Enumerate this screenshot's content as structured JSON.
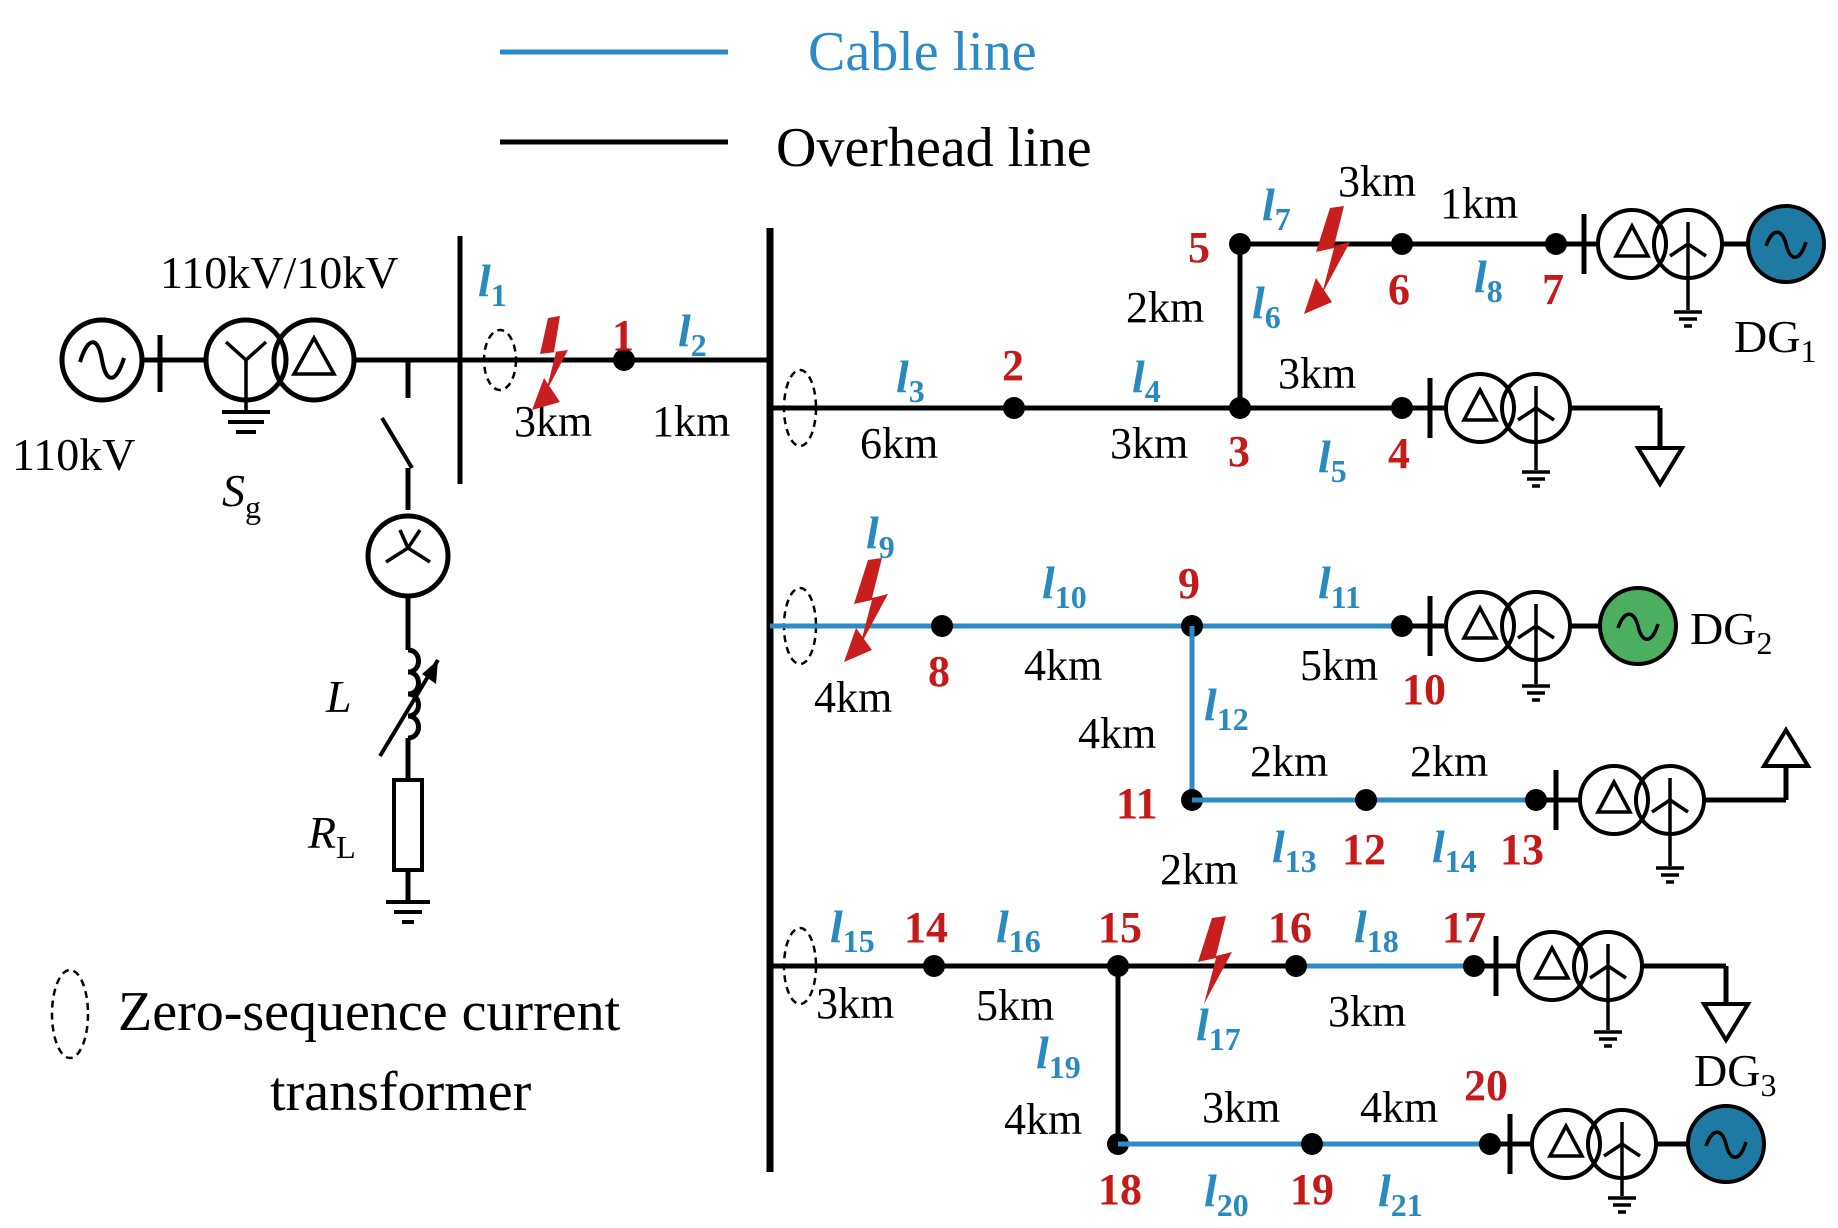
{
  "legend": {
    "cable_label": "Cable line",
    "overhead_label": "Overhead line",
    "cable_color": "#2b8ac8",
    "overhead_color": "#000000",
    "ct_label_1": "Zero-sequence current",
    "ct_label_2": "transformer"
  },
  "source": {
    "voltage_label": "110kV",
    "transformer_label": "110kV/10kV",
    "sg_main": "S",
    "sg_sub": "g",
    "l_main": "L",
    "rl_main": "R",
    "rl_sub": "L"
  },
  "nodes": [
    "1",
    "2",
    "3",
    "4",
    "5",
    "6",
    "7",
    "8",
    "9",
    "10",
    "11",
    "12",
    "13",
    "14",
    "15",
    "16",
    "17",
    "18",
    "19",
    "20"
  ],
  "lines": [
    "1",
    "2",
    "3",
    "4",
    "5",
    "6",
    "7",
    "8",
    "9",
    "10",
    "11",
    "12",
    "13",
    "14",
    "15",
    "16",
    "17",
    "18",
    "19",
    "20",
    "21"
  ],
  "line_prefix": "l",
  "distances": {
    "l1": "3km",
    "l2": "1km",
    "l3": "6km",
    "l4": "3km",
    "l5": "3km",
    "l6": "2km",
    "l7": "3km",
    "l8": "1km",
    "l9": "4km",
    "l10": "4km",
    "l11": "5km",
    "l12": "4km",
    "l13": "2km",
    "l14": "2km",
    "l13b": "2km",
    "l15": "3km",
    "l16": "5km",
    "l18": "3km",
    "l19": "4km",
    "l20": "3km",
    "l21": "4km"
  },
  "dg": {
    "dg_main": "DG",
    "dg1_sub": "1",
    "dg2_sub": "2",
    "dg3_sub": "3",
    "dg1_color": "#1e7aa3",
    "dg2_color": "#4caf5f",
    "dg3_color": "#1e7aa3"
  },
  "fault_color": "#c81e1e"
}
